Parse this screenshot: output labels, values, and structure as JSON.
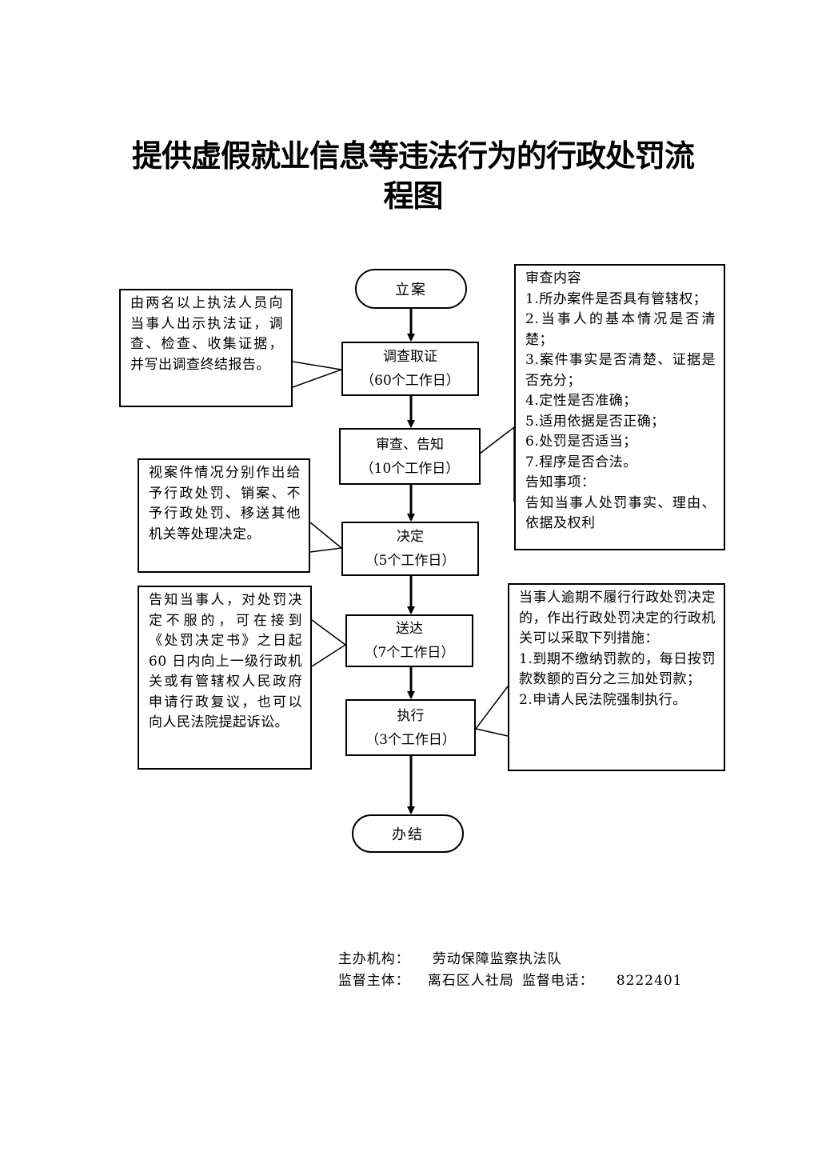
{
  "title": {
    "line1": "提供虚假就业信息等违法行为的行政处罚流",
    "line2": "程图"
  },
  "flow": {
    "start": "立案",
    "end": "办结",
    "stages": [
      {
        "name": "调查取证",
        "duration": "（60个工作日）"
      },
      {
        "name": "审查、告知",
        "duration": "（10个工作日）"
      },
      {
        "name": "决定",
        "duration": "（5个工作日）"
      },
      {
        "name": "送达",
        "duration": "（7个工作日）"
      },
      {
        "name": "执行",
        "duration": "（3个工作日）"
      }
    ]
  },
  "notes": {
    "investigation": "由两名以上执法人员向当事人出示执法证，调查、检查、收集证据，并写出调查终结报告。",
    "decision": "视案件情况分别作出给予行政处罚、销案、不予行政处罚、移送其他机关等处理决定。",
    "delivery": "告知当事人，对处罚决定不服的，可在接到《处罚决定书》之日起 60 日内向上一级行政机关或有管辖权人民政府申请行政复议，也可以向人民法院提起诉讼。",
    "review": [
      "审查内容",
      "1.所办案件是否具有管辖权；",
      "2.当事人的基本情况是否清楚；",
      "3.案件事实是否清楚、证据是否充分；",
      "4.定性是否准确；",
      "5.适用依据是否正确；",
      "6.处罚是否适当；",
      "7.程序是否合法。",
      "告知事项：",
      "告知当事人处罚事实、理由、依据及权利"
    ],
    "execution": [
      "当事人逾期不履行行政处罚决定的，作出行政处罚决定的行政机关可以采取下列措施：",
      "1.到期不缴纳罚款的，每日按罚款数额的百分之三加处罚款；",
      "2.申请人民法院强制执行。"
    ]
  },
  "footer": {
    "organizer_label": "主办机构：",
    "organizer": "劳动保障监察执法队",
    "supervisor_label": "监督主体：",
    "supervisor": "离石区人社局",
    "phone_label": "监督电话：",
    "phone": "8222401"
  }
}
